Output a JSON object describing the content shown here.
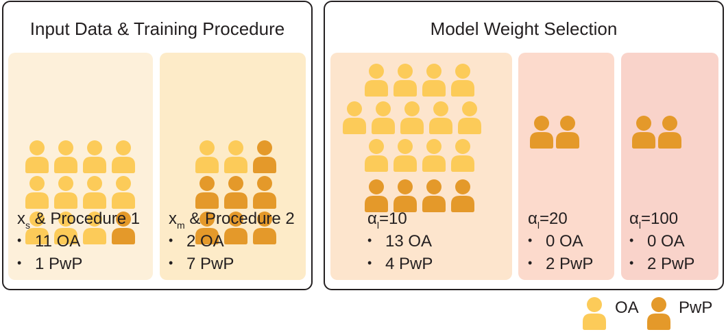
{
  "panels": [
    {
      "title": "Input Data & Training Procedure",
      "boxes": [
        {
          "label_main": "x",
          "label_sub": "s",
          "label_rest": "& Procedure 1",
          "items": [
            "11 OA",
            "1 PwP"
          ],
          "oa_count": 11,
          "pwp_count": 1,
          "color": "#fdf0da"
        },
        {
          "label_main": "x",
          "label_sub": "m",
          "label_rest": "& Procedure 2",
          "items": [
            "2 OA",
            "7 PwP"
          ],
          "oa_count": 2,
          "pwp_count": 7,
          "color": "#fdebc8"
        }
      ]
    },
    {
      "title": "Model Weight Selection",
      "boxes": [
        {
          "label_main": "α",
          "label_sub": "l",
          "label_rest": "=10",
          "items": [
            "13 OA",
            "4 PwP"
          ],
          "oa_count": 13,
          "pwp_count": 4,
          "color": "#fde5cd"
        },
        {
          "label_main": "α",
          "label_sub": "l",
          "label_rest": "=20",
          "items": [
            "0 OA",
            "2 PwP"
          ],
          "oa_count": 0,
          "pwp_count": 2,
          "color": "#fcdacc"
        },
        {
          "label_main": "α",
          "label_sub": "l",
          "label_rest": "=100",
          "items": [
            "0 OA",
            "2 PwP"
          ],
          "oa_count": 0,
          "pwp_count": 2,
          "color": "#f9d3ca"
        }
      ]
    }
  ],
  "legend": {
    "oa_label": "OA",
    "pwp_label": "PwP"
  },
  "colors": {
    "oa": "#fccb59",
    "pwp": "#e4992a",
    "border": "#231f20"
  },
  "bullet": "•"
}
